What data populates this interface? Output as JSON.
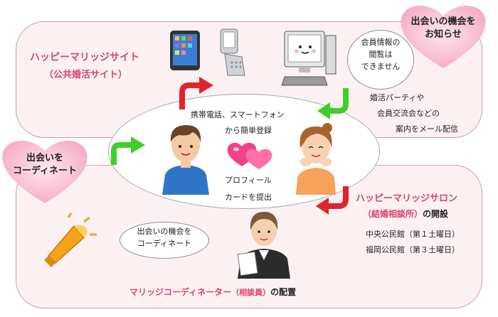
{
  "site": {
    "title": "ハッピーマリッジサイト",
    "subtitle": "（公共婚活サイト）"
  },
  "heart_top_right": {
    "line1": "出会いの機会を",
    "line2": "お知らせ"
  },
  "heart_left": {
    "line1": "出会いを",
    "line2": "コーディネート"
  },
  "bubble_pc": {
    "line1": "会員情報の",
    "line2": "閲覧は",
    "line3": "できません"
  },
  "email_info": {
    "line1": "婚活パーティや",
    "line2": "会員交流会などの",
    "line3": "案内をメール配信"
  },
  "center": {
    "line1": "携帯電話、スマートフォン",
    "line2": "から簡単登録",
    "line3": "プロフィール",
    "line4": "カードを提出"
  },
  "salon": {
    "title": "ハッピーマリッジサロン",
    "subtitle_pink": "（結婚相談所）",
    "subtitle_rest": "の開設",
    "loc1": "中央公民館（第１土曜日）",
    "loc2": "福岡公民館（第３土曜日）"
  },
  "bubble_coord": {
    "line1": "出会いの機会を",
    "line2": "コーディネート"
  },
  "coordinator": {
    "label_pink": "マリッジコーディネーター",
    "label_paren": "（相談員）",
    "label_rest": "の配置"
  },
  "colors": {
    "pink_title": "#d9436b",
    "panel": "#fbf1f3",
    "heart": "#f7b6cb",
    "arrow_green": "#3fcf2a",
    "arrow_red": "#e0242c"
  }
}
